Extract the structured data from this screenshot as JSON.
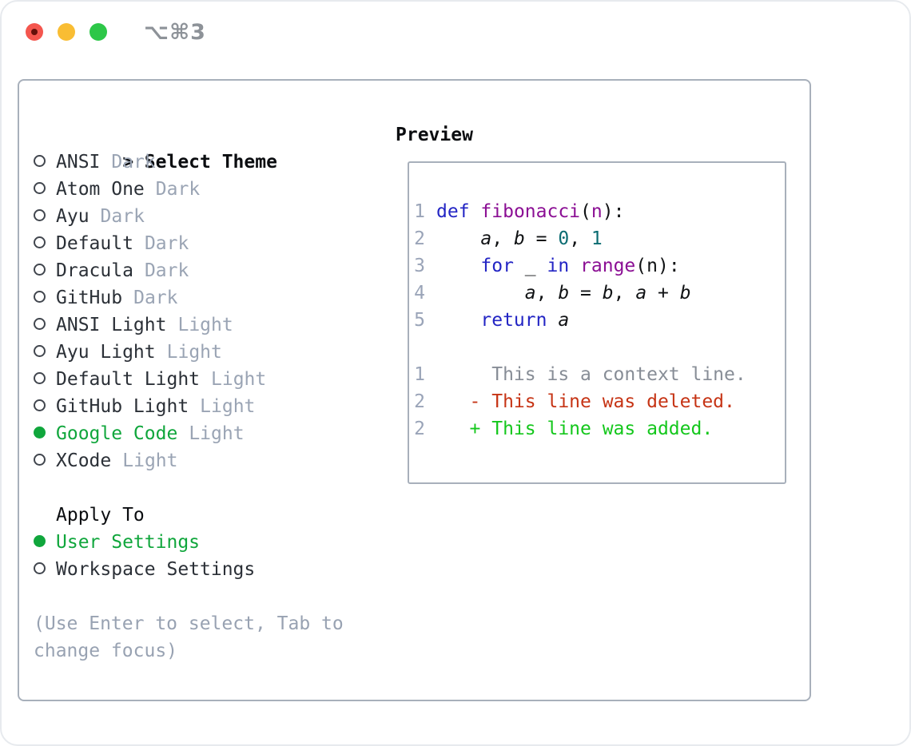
{
  "window": {
    "title": "⌥⌘3"
  },
  "theme_panel": {
    "header": {
      "marker": ">",
      "label": "Select Theme"
    },
    "items": [
      {
        "name": "ANSI",
        "variant": "Dark",
        "selected": false
      },
      {
        "name": "Atom One",
        "variant": "Dark",
        "selected": false
      },
      {
        "name": "Ayu",
        "variant": "Dark",
        "selected": false
      },
      {
        "name": "Default",
        "variant": "Dark",
        "selected": false
      },
      {
        "name": "Dracula",
        "variant": "Dark",
        "selected": false
      },
      {
        "name": "GitHub",
        "variant": "Dark",
        "selected": false
      },
      {
        "name": "ANSI Light",
        "variant": "Light",
        "selected": false
      },
      {
        "name": "Ayu Light",
        "variant": "Light",
        "selected": false
      },
      {
        "name": "Default Light",
        "variant": "Light",
        "selected": false
      },
      {
        "name": "GitHub Light",
        "variant": "Light",
        "selected": false
      },
      {
        "name": "Google Code",
        "variant": "Light",
        "selected": true
      },
      {
        "name": "XCode",
        "variant": "Light",
        "selected": false
      }
    ],
    "apply_to": {
      "label": "Apply To",
      "options": [
        {
          "name": "User Settings",
          "selected": true
        },
        {
          "name": "Workspace Settings",
          "selected": false
        }
      ]
    },
    "hint_lines": [
      "(Use Enter to select, Tab to",
      "change focus)"
    ]
  },
  "preview": {
    "label": "Preview",
    "code_lines": [
      {
        "num": "1",
        "tokens": [
          {
            "t": "def",
            "c": "kw"
          },
          {
            "t": " ",
            "c": "pl"
          },
          {
            "t": "fibonacci",
            "c": "fn"
          },
          {
            "t": "(",
            "c": "pl"
          },
          {
            "t": "n",
            "c": "fn"
          },
          {
            "t": "):",
            "c": "pl"
          }
        ]
      },
      {
        "num": "2",
        "tokens": [
          {
            "t": "    ",
            "c": "pl"
          },
          {
            "t": "a",
            "c": "var"
          },
          {
            "t": ", ",
            "c": "pl"
          },
          {
            "t": "b",
            "c": "var"
          },
          {
            "t": " = ",
            "c": "pl"
          },
          {
            "t": "0",
            "c": "num"
          },
          {
            "t": ", ",
            "c": "pl"
          },
          {
            "t": "1",
            "c": "num"
          }
        ]
      },
      {
        "num": "3",
        "tokens": [
          {
            "t": "    ",
            "c": "pl"
          },
          {
            "t": "for",
            "c": "kw"
          },
          {
            "t": " _ ",
            "c": "pl"
          },
          {
            "t": "in",
            "c": "kw"
          },
          {
            "t": " ",
            "c": "pl"
          },
          {
            "t": "range",
            "c": "fn"
          },
          {
            "t": "(n):",
            "c": "pl"
          }
        ]
      },
      {
        "num": "4",
        "tokens": [
          {
            "t": "        ",
            "c": "pl"
          },
          {
            "t": "a",
            "c": "var"
          },
          {
            "t": ", ",
            "c": "pl"
          },
          {
            "t": "b",
            "c": "var"
          },
          {
            "t": " = ",
            "c": "pl"
          },
          {
            "t": "b",
            "c": "var"
          },
          {
            "t": ", ",
            "c": "pl"
          },
          {
            "t": "a",
            "c": "var"
          },
          {
            "t": " + ",
            "c": "pl"
          },
          {
            "t": "b",
            "c": "var"
          }
        ]
      },
      {
        "num": "5",
        "tokens": [
          {
            "t": "    ",
            "c": "pl"
          },
          {
            "t": "return",
            "c": "kw"
          },
          {
            "t": " ",
            "c": "pl"
          },
          {
            "t": "a",
            "c": "var"
          }
        ]
      },
      {
        "num": "",
        "tokens": []
      },
      {
        "num": "1",
        "tokens": [
          {
            "t": "     This is a context line.",
            "c": "ctx"
          }
        ]
      },
      {
        "num": "2",
        "tokens": [
          {
            "t": "   ",
            "c": "pl"
          },
          {
            "t": "- This line was deleted.",
            "c": "del"
          }
        ]
      },
      {
        "num": "2",
        "tokens": [
          {
            "t": "   ",
            "c": "pl"
          },
          {
            "t": "+ This line was added.",
            "c": "add"
          }
        ]
      }
    ]
  },
  "colors": {
    "panel_border": "#a8b0bb",
    "text_primary": "#2b3037",
    "text_black": "#0b0d10",
    "muted_gray": "#9aa4b4",
    "line_number_gray": "#9aa4b8",
    "context_gray": "#878d96",
    "selected_green": "#10a63c",
    "added_green": "#14c71c",
    "deleted_red": "#c63415",
    "keyword_blue": "#2325c4",
    "function_purple": "#8b0f94",
    "number_teal": "#0b6c72",
    "traffic_red": "#f4564e",
    "traffic_yellow": "#f9bd33",
    "traffic_green": "#2dc748",
    "title_gray": "#8d9298"
  }
}
